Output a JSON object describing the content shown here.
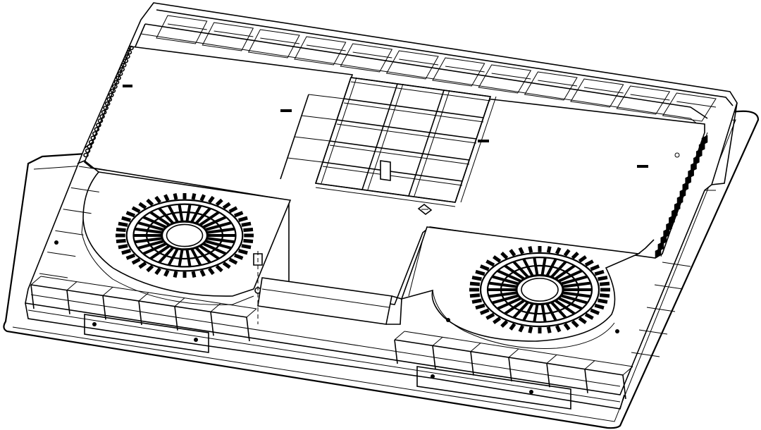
{
  "drawing": {
    "stroke_color": "#000000",
    "background_color": "#ffffff",
    "fans": [
      {
        "name": "left-fan",
        "ring_slots": 44,
        "inner_slots": 30
      },
      {
        "name": "right-fan",
        "ring_slots": 44,
        "inner_slots": 30
      }
    ]
  }
}
